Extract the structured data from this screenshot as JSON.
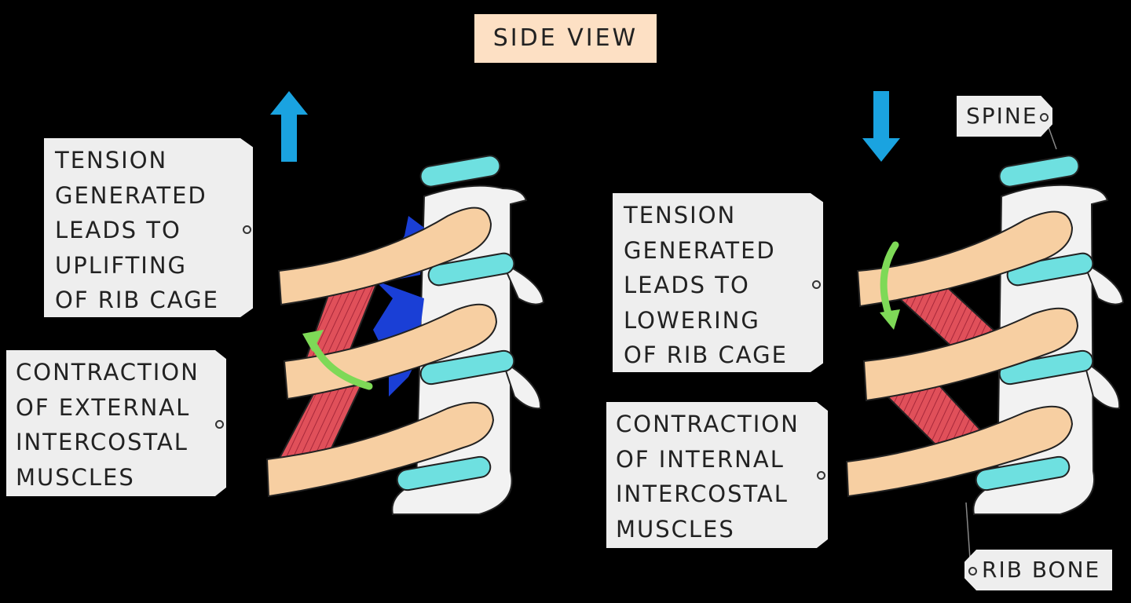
{
  "title": "SIDE VIEW",
  "left_panel": {
    "arrow_direction": "up",
    "tension_label": [
      "TENSION",
      "GENERATED",
      "LEADS TO",
      "UPLIFTING",
      "OF RIB CAGE"
    ],
    "muscle_label": [
      "CONTRACTION",
      "OF EXTERNAL",
      "INTERCOSTAL",
      "MUSCLES"
    ]
  },
  "right_panel": {
    "arrow_direction": "down",
    "tension_label": [
      "TENSION",
      "GENERATED",
      "LEADS TO",
      "LOWERING",
      "OF RIB CAGE"
    ],
    "muscle_label": [
      "CONTRACTION",
      "OF INTERNAL",
      "INTERCOSTAL",
      "MUSCLES"
    ]
  },
  "spine_label": "SPINE",
  "rib_label": "RIB BONE",
  "colors": {
    "background": "#000000",
    "title_fill": "#fde0c4",
    "label_fill": "#eeeeee",
    "rib_bone": "#f7cfa2",
    "vertebra": "#f2f2f2",
    "disc": "#6ee0e0",
    "muscle": "#e0505a",
    "movement_arrow": "#1aa3e0",
    "rotation_arrow": "#7ed957",
    "lung_shadow": "#1a3fd6"
  }
}
